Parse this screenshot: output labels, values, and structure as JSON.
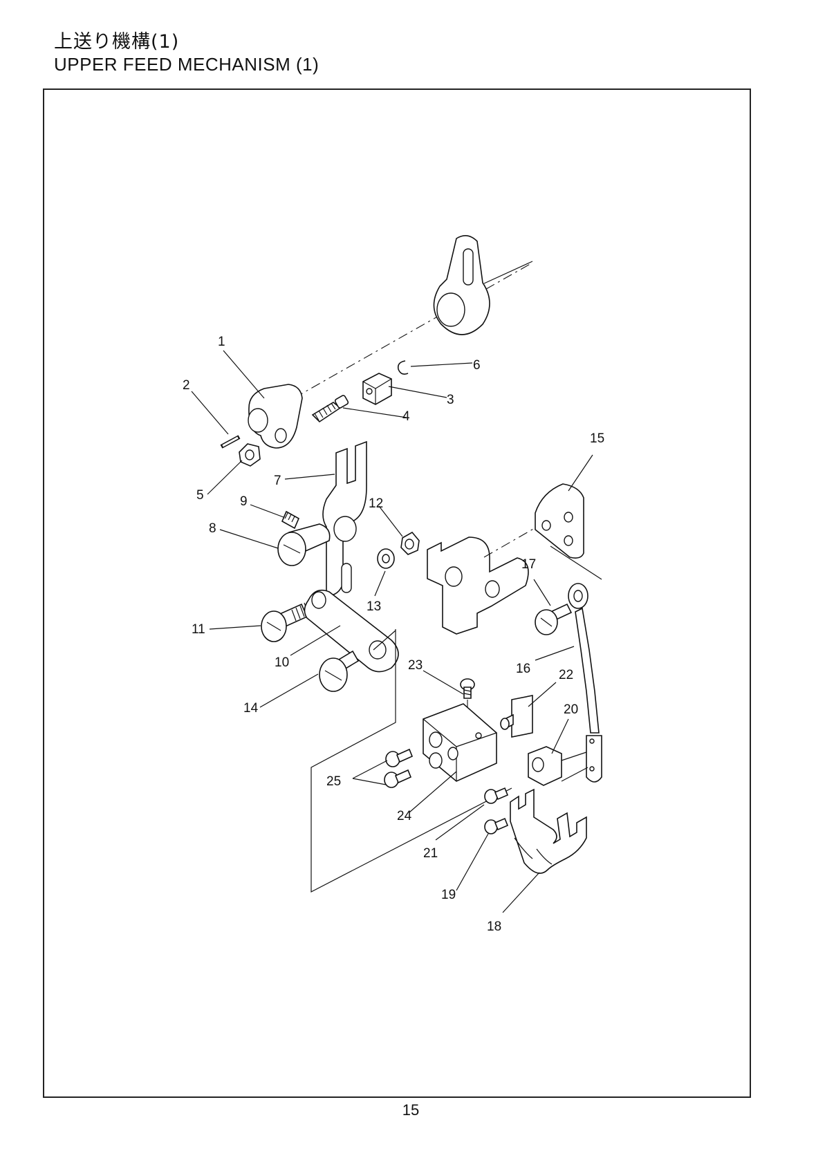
{
  "header": {
    "title_jp": "上送り機構(1)",
    "title_en": "UPPER FEED MECHANISM (1)"
  },
  "footer": {
    "page_number": "15"
  },
  "diagram": {
    "part_numbers": [
      "1",
      "2",
      "3",
      "4",
      "5",
      "6",
      "7",
      "8",
      "9",
      "10",
      "11",
      "12",
      "13",
      "14",
      "15",
      "16",
      "17",
      "18",
      "19",
      "20",
      "21",
      "22",
      "23",
      "24",
      "25"
    ]
  }
}
